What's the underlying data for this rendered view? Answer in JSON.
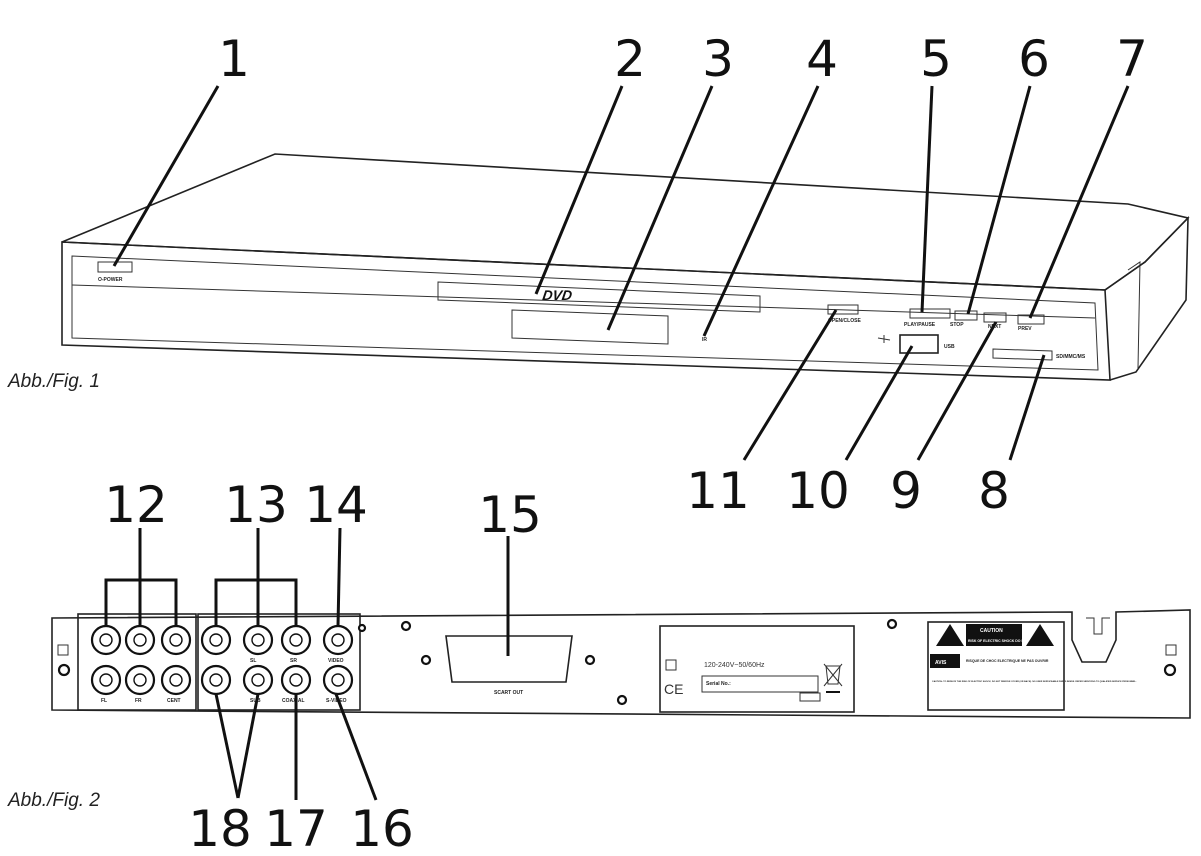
{
  "figure1": {
    "caption": "Abb./Fig. 1",
    "logo": "DVD",
    "front_labels": {
      "power": "O-POWER",
      "play_pause": "PLAY/PAUSE",
      "stop": "STOP",
      "open_close": "OPEN/CLOSE",
      "usb": "USB",
      "sd_mmc_ms": "SD/MMC/MS",
      "ir": "IR",
      "next": "NEXT",
      "prev": "PREV"
    },
    "callouts": [
      "1",
      "2",
      "3",
      "4",
      "5",
      "6",
      "7",
      "8",
      "9",
      "10",
      "11"
    ]
  },
  "figure2": {
    "caption": "Abb./Fig. 2",
    "rear_labels": {
      "fl": "FL",
      "fr": "FR",
      "cent": "CENT",
      "sl": "SL",
      "sr": "SR",
      "sub": "SUB",
      "video": "VIDEO",
      "coaxial": "COAXIAL",
      "s_video": "S-VIDEO",
      "scart_out": "SCART OUT",
      "rating": "120-240V~50/60Hz",
      "serial": "Serial No.:",
      "caution": "CAUTION",
      "caution_sub": "RISK OF ELECTRIC SHOCK DO NOT OPEN",
      "avis": "AVIS",
      "avis_text": "RISQUE DE CHOC ELECTRIQUE NE PAS OUVRIR",
      "warning_text": "CAUTION: TO REDUCE THE RISK OF ELECTRIC SHOCK, DO NOT REMOVE COVER (OR BACK). NO USER SERVICEABLE PARTS INSIDE. REFER SERVICING TO QUALIFIED SERVICE PERSONNEL.",
      "ce": "CE"
    },
    "callouts": [
      "12",
      "13",
      "14",
      "15",
      "16",
      "17",
      "18"
    ]
  }
}
